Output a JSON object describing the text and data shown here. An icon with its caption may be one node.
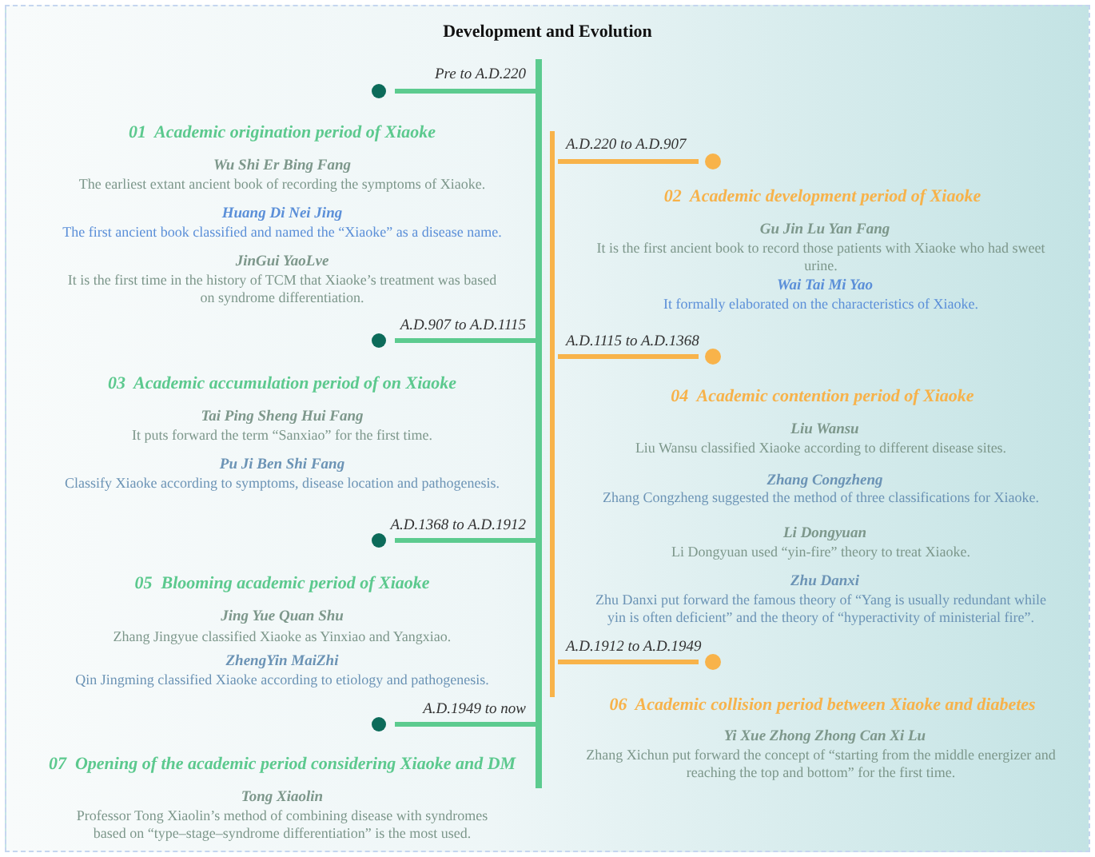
{
  "diagram": {
    "title": "Development and Evolution",
    "labels": [
      "Pre to A.D.220",
      "A.D.220 to A.D.907",
      "01  Academic origination period of Xiaoke",
      "Wu Shi Er Bing Fang",
      "The earliest extant ancient book of recording the symptoms of Xiaoke.",
      "02  Academic development period of Xiaoke",
      "Huang Di Nei Jing",
      "The first ancient book classified and named the “Xiaoke” as a disease name.",
      "Gu Jin Lu Yan Fang",
      "It is the first ancient book to record those patients with Xiaoke who had sweet urine.",
      "JinGui YaoLve",
      "It is the first time in the history of TCM that Xiaoke’s treatment was based on syndrome differentiation.",
      "Wai Tai Mi Yao",
      "It formally elaborated on the characteristics of Xiaoke.",
      "A.D.907 to A.D.1115",
      "A.D.1115 to A.D.1368",
      "03  Academic accumulation period of on Xiaoke",
      "04  Academic contention period of Xiaoke",
      "Tai Ping Sheng Hui Fang",
      "Liu Wansu",
      "It puts forward the term “Sanxiao” for the first time.",
      "Liu Wansu classified Xiaoke according to different disease sites.",
      "Pu Ji Ben Shi Fang",
      "Zhang Congzheng",
      "Classify Xiaoke according to symptoms, disease location and pathogenesis.",
      "Zhang Congzheng suggested the method of three classifications for Xiaoke.",
      "A.D.1368 to A.D.1912",
      "Li Dongyuan",
      "Li Dongyuan used “yin-fire” theory to treat Xiaoke.",
      "05  Blooming academic period of Xiaoke",
      "Zhu Danxi",
      "Zhu Danxi put forward the famous theory of “Yang is usually redundant while yin is often deficient” and the theory of “hyperactivity of ministerial fire”.",
      "Jing Yue Quan Shu",
      "Zhang Jingyue classified Xiaoke as Yinxiao and Yangxiao.",
      "A.D.1912 to A.D.1949",
      "ZhengYin MaiZhi",
      "Qin Jingming classified Xiaoke according to etiology and pathogenesis.",
      "06  Academic collision period between Xiaoke and diabetes",
      "A.D.1949 to now",
      "Yi Xue Zhong Zhong Can Xi Lu",
      "Zhang Xichun put forward the concept of “starting from the middle energizer and reaching the top and bottom” for the first time.",
      "07  Opening of the academic period considering Xiaoke and DM",
      "Tong Xiaolin",
      "Professor Tong Xiaolin’s method of combining disease with syndromes based on “type–stage–syndrome differentiation” is the most used."
    ]
  }
}
